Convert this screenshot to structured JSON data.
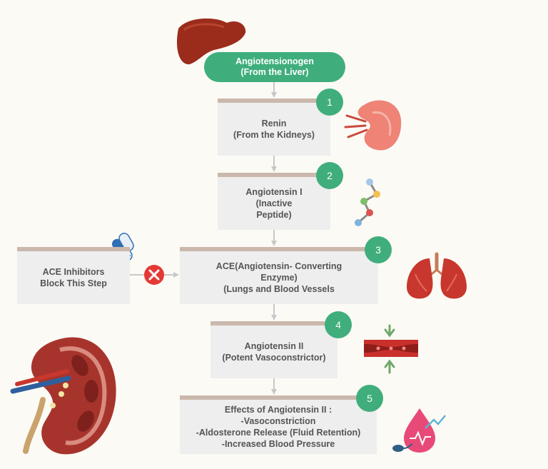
{
  "colors": {
    "accent_green": "#3fae7c",
    "box_fill": "#eeeeee",
    "box_top_bar": "#cbb8ac",
    "arrow": "#c8c8c8",
    "block_red": "#e53935",
    "text": "#555555"
  },
  "start": {
    "label": "Angiotensionogen\n(From the Liver)"
  },
  "steps": [
    {
      "number": "1",
      "label": "Renin\n(From the Kidneys)"
    },
    {
      "number": "2",
      "label": "Angiotensin I\n(Inactive\nPeptide)"
    },
    {
      "number": "3",
      "label": "ACE(Angiotensin- Converting\nEnzyme)\n(Lungs and Blood Vessels"
    },
    {
      "number": "4",
      "label": "Angiotensin II\n(Potent Vasoconstrictor)"
    },
    {
      "number": "5",
      "label": "Effects of Angiotensin II :\n-Vasoconstriction\n-Aldosterone Release (Fluid Retention)\n-Increased Blood Pressure"
    }
  ],
  "inhibitor": {
    "label": "ACE Inhibitors\nBlock This Step"
  },
  "icons": {
    "liver": "liver-icon",
    "kidney_small": "kidney-icon",
    "molecule": "molecule-icon",
    "pills": "pills-icon",
    "block": "block-x-icon",
    "lungs": "lungs-icon",
    "vessel": "blood-vessel-icon",
    "kidney_large": "kidney-cross-section-icon",
    "blood_pressure": "blood-pressure-icon"
  }
}
